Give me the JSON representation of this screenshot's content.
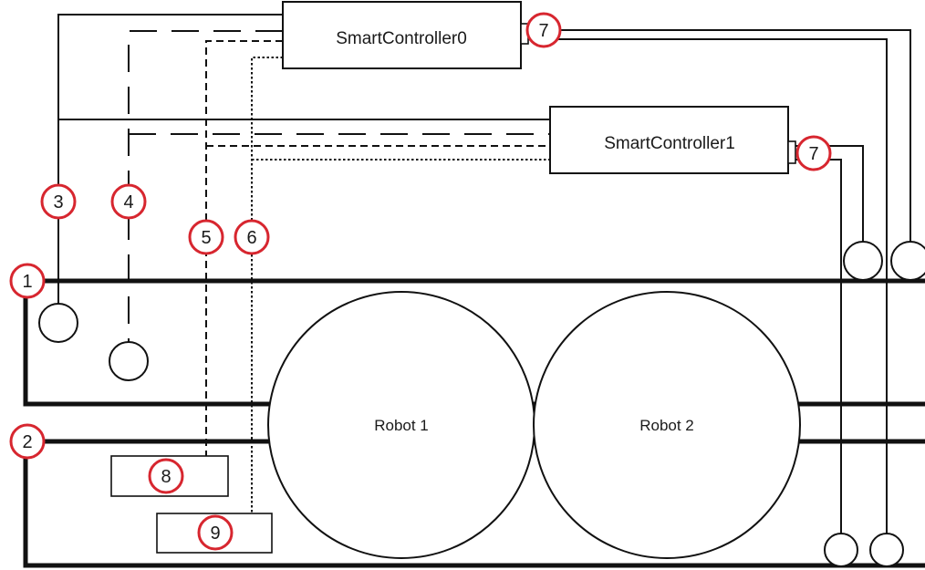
{
  "controllers": {
    "sc0": "SmartController0",
    "sc1": "SmartController1"
  },
  "robots": {
    "r1": "Robot 1",
    "r2": "Robot 2"
  },
  "callouts": {
    "c1": "1",
    "c2": "2",
    "c3": "3",
    "c4": "4",
    "c5": "5",
    "c6": "6",
    "c7a": "7",
    "c7b": "7",
    "c8": "8",
    "c9": "9"
  },
  "colors": {
    "callout_ring": "#d7262f",
    "line": "#111111"
  }
}
